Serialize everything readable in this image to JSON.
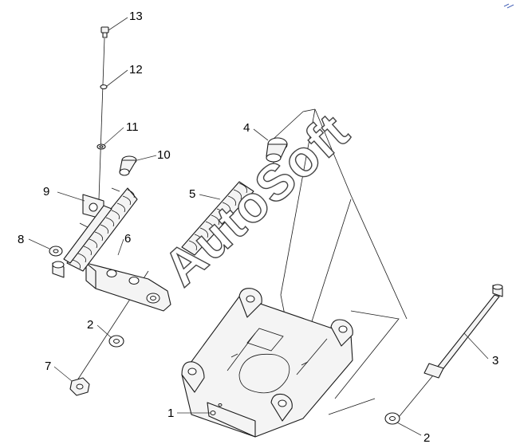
{
  "watermark": "AutoSoft",
  "callouts": {
    "c13": "13",
    "c12": "12",
    "c11": "11",
    "c10": "10",
    "c9": "9",
    "c8": "8",
    "c6": "6",
    "c5": "5",
    "c4": "4",
    "c3": "3",
    "c2a": "2",
    "c2b": "2",
    "c7": "7",
    "c1": "1"
  },
  "colors": {
    "line": "#1a1a1a",
    "fill": "#f4f4f4",
    "watermark_outline": "#444444",
    "corner_mark": "#2244aa"
  }
}
